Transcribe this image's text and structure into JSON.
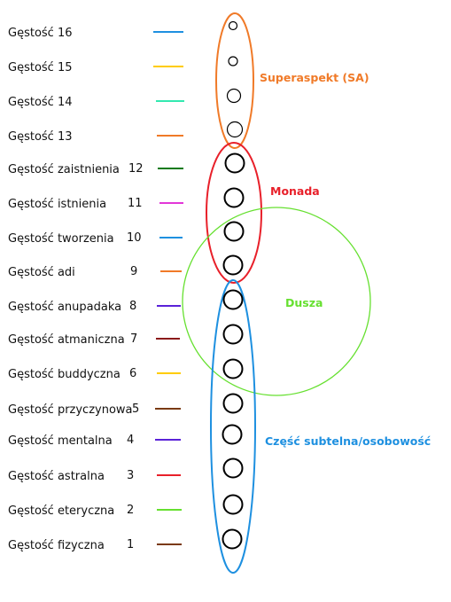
{
  "densities": [
    {
      "name": "Gęstość 16",
      "number": "",
      "color": "#1e90e0"
    },
    {
      "name": "Gęstość 15",
      "number": "",
      "color": "#ffcc00"
    },
    {
      "name": "Gęstość 14",
      "number": "",
      "color": "#33e8b0"
    },
    {
      "name": "Gęstość 13",
      "number": "",
      "color": "#f07a28"
    },
    {
      "name": "Gęstość zaistnienia",
      "number": "12",
      "color": "#0a7a18"
    },
    {
      "name": "Gęstość istnienia",
      "number": "11",
      "color": "#e236d8"
    },
    {
      "name": "Gęstość tworzenia",
      "number": "10",
      "color": "#1e90e0"
    },
    {
      "name": "Gęstość adi",
      "number": "9",
      "color": "#f07a28"
    },
    {
      "name": "Gęstość anupadaka",
      "number": "8",
      "color": "#5a22d8"
    },
    {
      "name": "Gęstość atmaniczna",
      "number": "7",
      "color": "#8b1a1a"
    },
    {
      "name": "Gęstość buddyczna",
      "number": "6",
      "color": "#ffcc00"
    },
    {
      "name": "Gęstość przyczynowa",
      "number": "5",
      "color": "#7a3a12"
    },
    {
      "name": "Gęstość mentalna",
      "number": "4",
      "color": "#5a22d8"
    },
    {
      "name": "Gęstość astralna",
      "number": "3",
      "color": "#e8202a"
    },
    {
      "name": "Gęstość eteryczna",
      "number": "2",
      "color": "#66e030"
    },
    {
      "name": "Gęstość fizyczna",
      "number": "1",
      "color": "#7a3a12"
    }
  ],
  "groups": {
    "superaspekt": {
      "label": "Superaspekt (SA)",
      "color": "#f07a28"
    },
    "monada": {
      "label": "Monada",
      "color": "#e8202a"
    },
    "dusza": {
      "label": "Dusza",
      "color": "#66e030"
    },
    "czesc_subtelna": {
      "label": "Część subtelna/osobowość",
      "color": "#1e90e0"
    }
  }
}
